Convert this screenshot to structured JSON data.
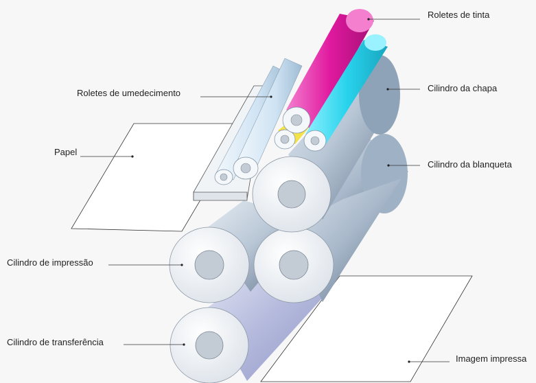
{
  "labels": {
    "ink_rollers": "Roletes de tinta",
    "dampening_rollers": "Roletes de umedecimento",
    "plate_cylinder": "Cilindro da chapa",
    "paper": "Papel",
    "blanket_cylinder": "Cilindro da blanqueta",
    "impression_cylinder": "Cilindro de impressão",
    "transfer_cylinder": "Cilindro de transferência",
    "printed_image": "Imagem impressa"
  },
  "colors": {
    "magenta": "#e0199f",
    "cyan": "#29d3ec",
    "yellow": "#f3e24a",
    "steel_light": "#e8edf3",
    "steel_dark": "#6f8196",
    "pale_blue": "#d6e8f6"
  }
}
